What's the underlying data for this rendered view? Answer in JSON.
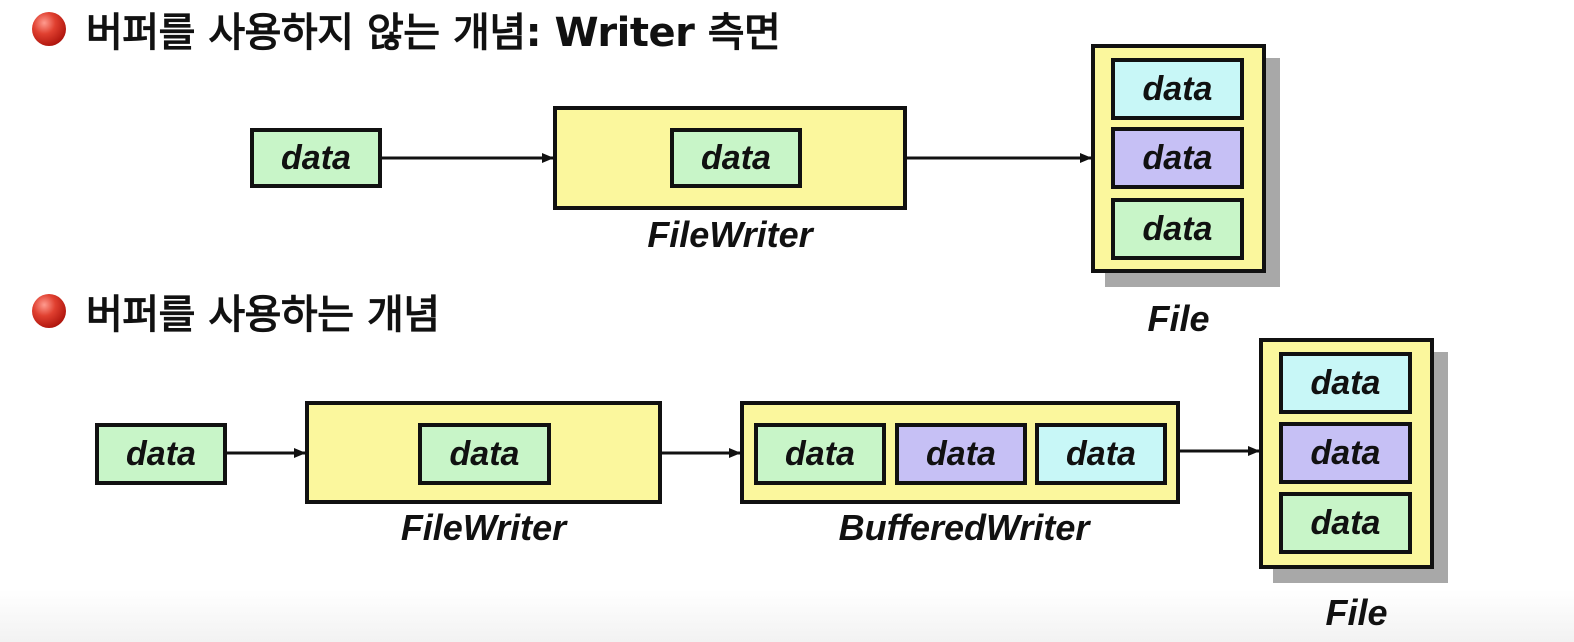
{
  "headings": {
    "no_buffer": "버퍼를 사용하지 않는 개념: Writer 측면",
    "with_buffer": "버퍼를 사용하는 개념"
  },
  "labels": {
    "file_writer": "FileWriter",
    "buffered_writer": "BufferedWriter",
    "file": "File"
  },
  "data_label": "data",
  "colors": {
    "green": "#c8f5c8",
    "purple": "#c6c0f5",
    "cyan": "#c8f7f7",
    "yellow": "#fbf79d",
    "bullet": "#d0281c"
  }
}
